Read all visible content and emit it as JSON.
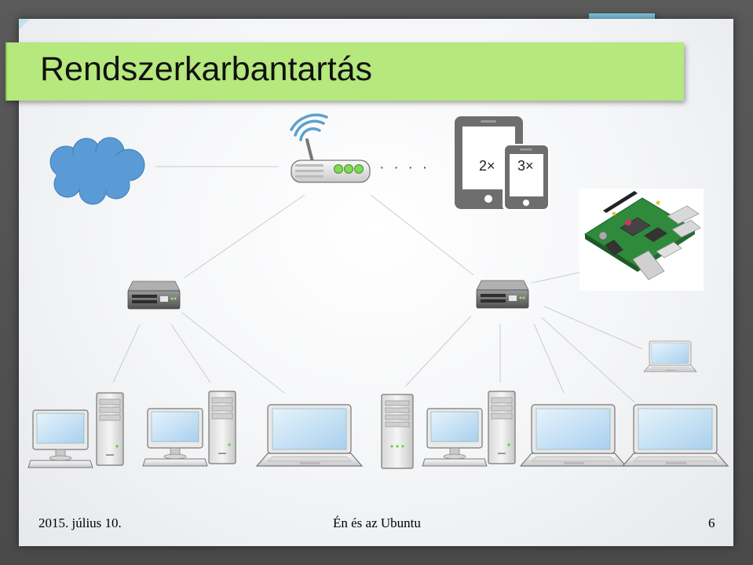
{
  "slide": {
    "title": "Rendszerkarbantartás",
    "footer_date": "2015. július 10.",
    "footer_center": "Én és az Ubuntu",
    "page_number": "6"
  },
  "diagram": {
    "tablet_count_label": "2×",
    "phone_count_label": "3×",
    "dots": "· · · ·",
    "nodes": [
      "cloud-internet",
      "wifi-router",
      "tablet",
      "phone",
      "raspberry-pi",
      "network-switch-left",
      "network-switch-right",
      "desktop-pc",
      "laptop",
      "server-tower"
    ]
  },
  "colors": {
    "title_background": "#b5e87d",
    "accent_tab": "#7fc7dd",
    "cloud": "#5b9bd5",
    "router_leds": "#7ed957",
    "wifi_waves": "#5aa0d0",
    "screen": "#cfe6f7",
    "device_dark": "#6e6e6e"
  }
}
